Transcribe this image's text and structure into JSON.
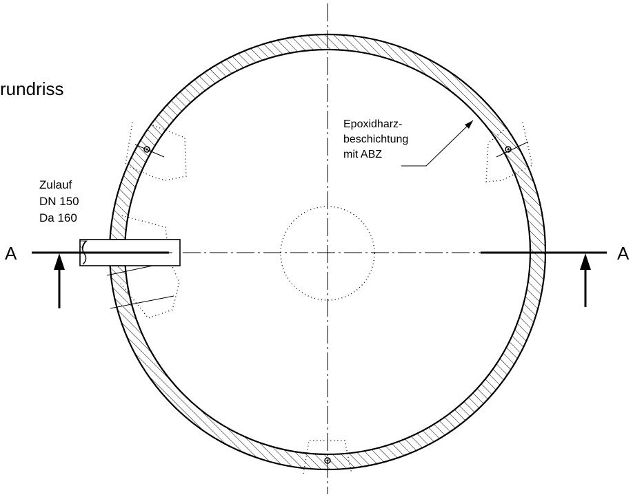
{
  "drawing": {
    "title": "rundriss",
    "inlet_label": {
      "line1": "Zulauf",
      "line2": "DN 150",
      "line3": "Da 160"
    },
    "coating_label": {
      "line1": "Epoxidharz-",
      "line2": "beschichtung",
      "line3": "mit ABZ"
    },
    "section_left": "A",
    "section_right": "A"
  },
  "colors": {
    "ink": "#000000",
    "paper": "#ffffff"
  }
}
